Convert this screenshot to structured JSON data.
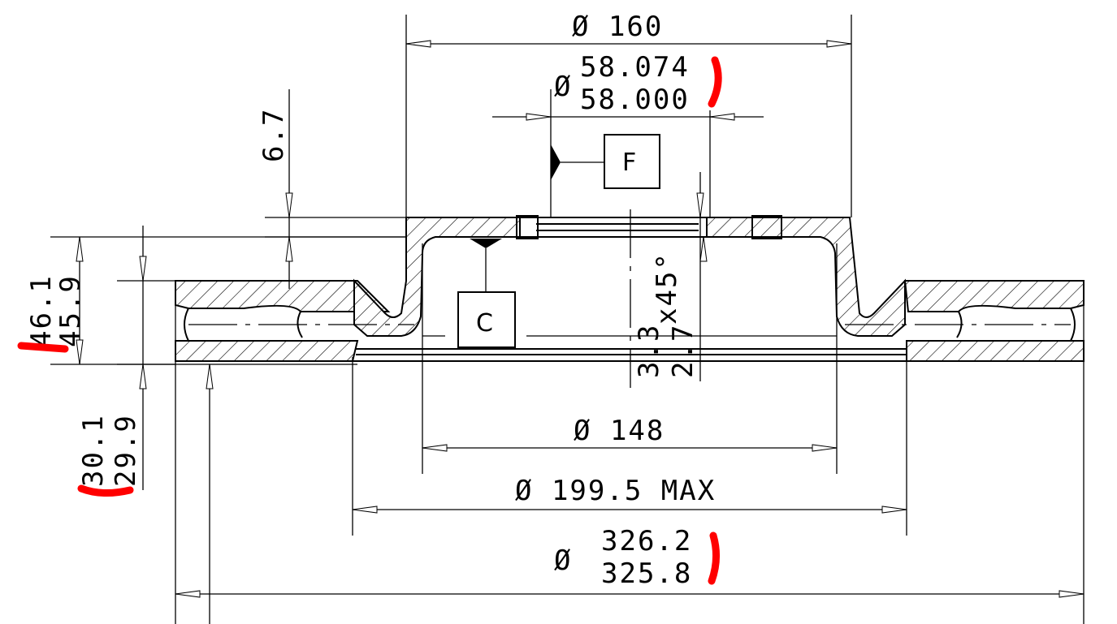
{
  "dimensions": {
    "dia_160": "Ø 160",
    "dia_hub_symbol": "Ø",
    "dia_hub_upper": "58.074",
    "dia_hub_lower": "58.000",
    "hat_thickness": "6.7",
    "datum_f": "F",
    "datum_c": "C",
    "chamfer_upper": "3.3",
    "chamfer_lower": "2.7",
    "chamfer_angle": "x45°",
    "height_upper": "46.1",
    "height_lower": "45.9",
    "thickness_upper": "30.1",
    "thickness_lower": "29.9",
    "dia_148": "Ø 148",
    "dia_199": "Ø 199.5 MAX",
    "dia_outer_symbol": "Ø",
    "dia_outer_upper": "326.2",
    "dia_outer_lower": "325.8"
  },
  "colors": {
    "line": "#000000",
    "highlight": "#ff0000",
    "background": "#ffffff"
  }
}
